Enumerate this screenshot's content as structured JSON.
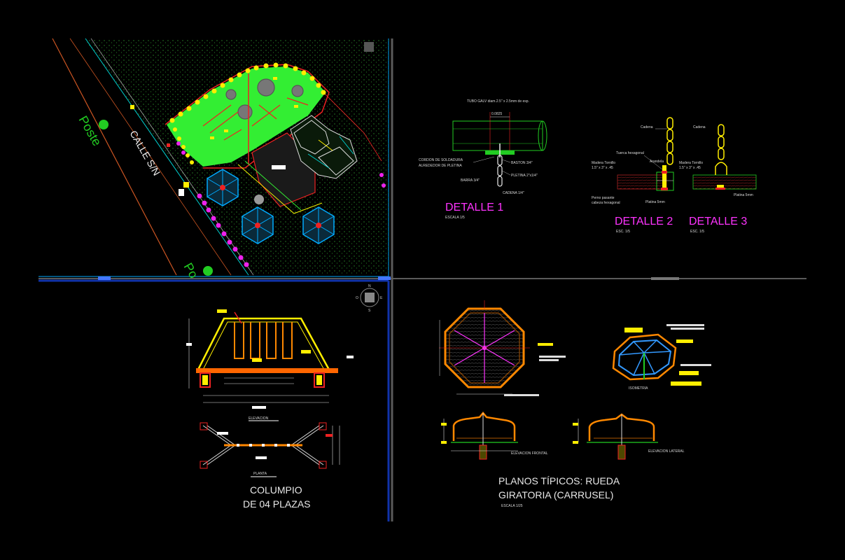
{
  "plan": {
    "street_label": "CALLE S/N",
    "pole_label": "Poste",
    "pole_label_2": "Po"
  },
  "detail1": {
    "title": "DETALLE 1",
    "scale": "ESCALA 1/5",
    "pipe_note": "TUBO GALV diam.2.5\" x 2.5mm de esp.",
    "dim": "0.0825",
    "weld_note_1": "CORDON DE SOLDADURA",
    "weld_note_2": "ALREDEDOR DE PLETINA",
    "bolt": "BASTON 3/4\"",
    "plate": "PLETINA 2\"x1/4\"",
    "bar": "BARRA 3/4\"",
    "chain": "CADENA 1/4\""
  },
  "detail2": {
    "title": "DETALLE 2",
    "scale": "ESC. 1/5",
    "chain": "Cadena",
    "nut": "Tuerca hexagonal",
    "washer": "Arandela",
    "wood_1": "Madera Tornillo",
    "wood_2": "1.5\" x 3\" x .45",
    "bolt_1": "Perno pasante",
    "bolt_2": "cabeza hexagonal",
    "plate": "Platina 5mm"
  },
  "detail3": {
    "title": "DETALLE 3",
    "scale": "ESC. 1/5",
    "chain": "Cadena",
    "wood_1": "Madera Tornillo",
    "wood_2": "1.5\" x 3\" x .45",
    "plate": "Platina 5mm"
  },
  "swing": {
    "elevation_label": "ELEVACION",
    "plan_label": "PLANTA",
    "title_1": "COLUMPIO",
    "title_2": "DE 04 PLAZAS"
  },
  "carousel": {
    "iso_label": "ISOMETRIA",
    "front_label": "ELEVACION FRONTAL",
    "side_label": "ELEVACION LATERAL",
    "title_1": "PLANOS TÍPICOS: RUEDA",
    "title_2": "GIRATORIA (CARRUSEL)",
    "scale": "ESCALA 1/25"
  },
  "compass": {
    "n": "N",
    "s": "S",
    "e": "E",
    "o": "O"
  },
  "colors": {
    "background": "#000000",
    "grass": "#33ee33",
    "paving": "#0a3a0a",
    "hatch": "#2a7a2a",
    "street_line": "#cc5522",
    "curb": "#00cccc",
    "boundary": "#ee2222",
    "tree": "#ffee00",
    "shrub": "#ee22ee",
    "label_mag": "#ff33ff",
    "wood": "#aa2222",
    "steel": "#ff8800",
    "frame_cyan": "#00aaff",
    "sep": "#666666",
    "pole": "#22cc22"
  }
}
